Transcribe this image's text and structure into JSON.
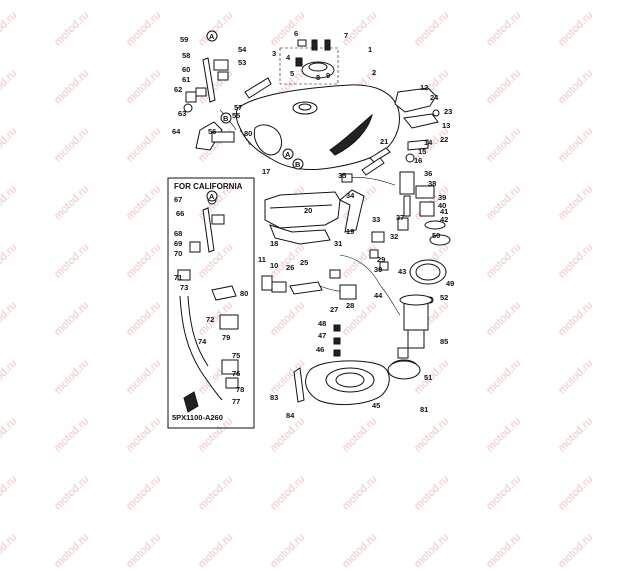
{
  "watermark": "motod.ru",
  "box_title": "FOR CALIFORNIA",
  "diagram_code": "5PX1100-A260",
  "callouts": {
    "main": [
      "1",
      "2",
      "3",
      "4",
      "5",
      "6",
      "7",
      "8",
      "9",
      "10",
      "11",
      "12",
      "13",
      "14",
      "15",
      "16",
      "17",
      "18",
      "19",
      "20",
      "21",
      "22",
      "23",
      "24",
      "25",
      "26",
      "27",
      "28",
      "29",
      "30",
      "31",
      "32",
      "33",
      "34",
      "35",
      "36",
      "37",
      "38",
      "39",
      "40",
      "41",
      "42",
      "43",
      "44",
      "45",
      "46",
      "47",
      "48",
      "49",
      "50",
      "51",
      "52",
      "53",
      "54",
      "55",
      "56",
      "57",
      "58",
      "59",
      "60",
      "61",
      "62",
      "63",
      "64",
      "80",
      "81",
      "83",
      "84",
      "85"
    ],
    "california": [
      "66",
      "67",
      "68",
      "69",
      "70",
      "71",
      "72",
      "73",
      "74",
      "75",
      "76",
      "77",
      "78",
      "79",
      "80"
    ]
  },
  "markers": [
    "A",
    "B"
  ]
}
